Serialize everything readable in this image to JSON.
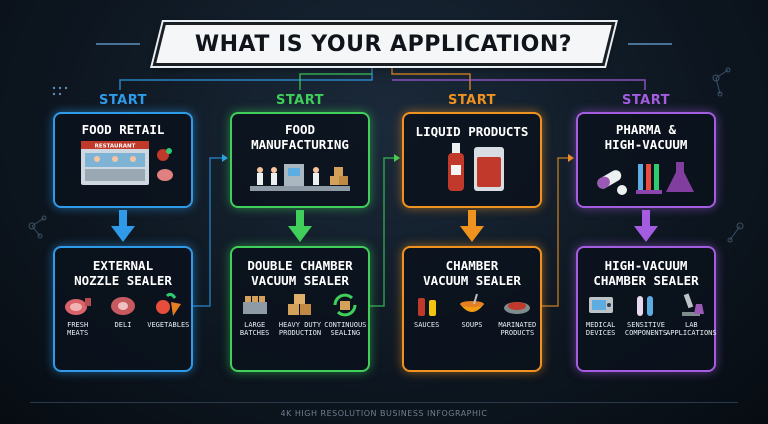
{
  "title": "WHAT IS YOUR APPLICATION?",
  "start_label": "START",
  "columns": [
    {
      "color": "#2f9be8",
      "top_title": "FOOD RETAIL",
      "top_sign": "RESTAURANT",
      "bottom_title": "EXTERNAL\nNOZZLE SEALER",
      "items": [
        "FRESH\nMEATS",
        "DELI",
        "VEGETABLES"
      ]
    },
    {
      "color": "#3fcf5a",
      "top_title": "FOOD\nMANUFACTURING",
      "bottom_title": "DOUBLE CHAMBER\nVACUUM SEALER",
      "items": [
        "LARGE\nBATCHES",
        "HEAVY DUTY\nPRODUCTION",
        "CONTINUOUS\nSEALING"
      ]
    },
    {
      "color": "#f0921f",
      "top_title": "LIQUID PRODUCTS",
      "bottom_title": "CHAMBER\nVACUUM SEALER",
      "items": [
        "SAUCES",
        "SOUPS",
        "MARINATED\nPRODUCTS"
      ]
    },
    {
      "color": "#a45ce0",
      "top_title": "PHARMA &\nHIGH-VACUUM",
      "bottom_title": "HIGH-VACUUM\nCHAMBER SEALER",
      "items": [
        "MEDICAL\nDEVICES",
        "SENSITIVE\nCOMPONENTS",
        "LAB\nAPPLICATIONS"
      ]
    }
  ],
  "footer": "4K HIGH RESOLUTION BUSINESS INFOGRAPHIC"
}
